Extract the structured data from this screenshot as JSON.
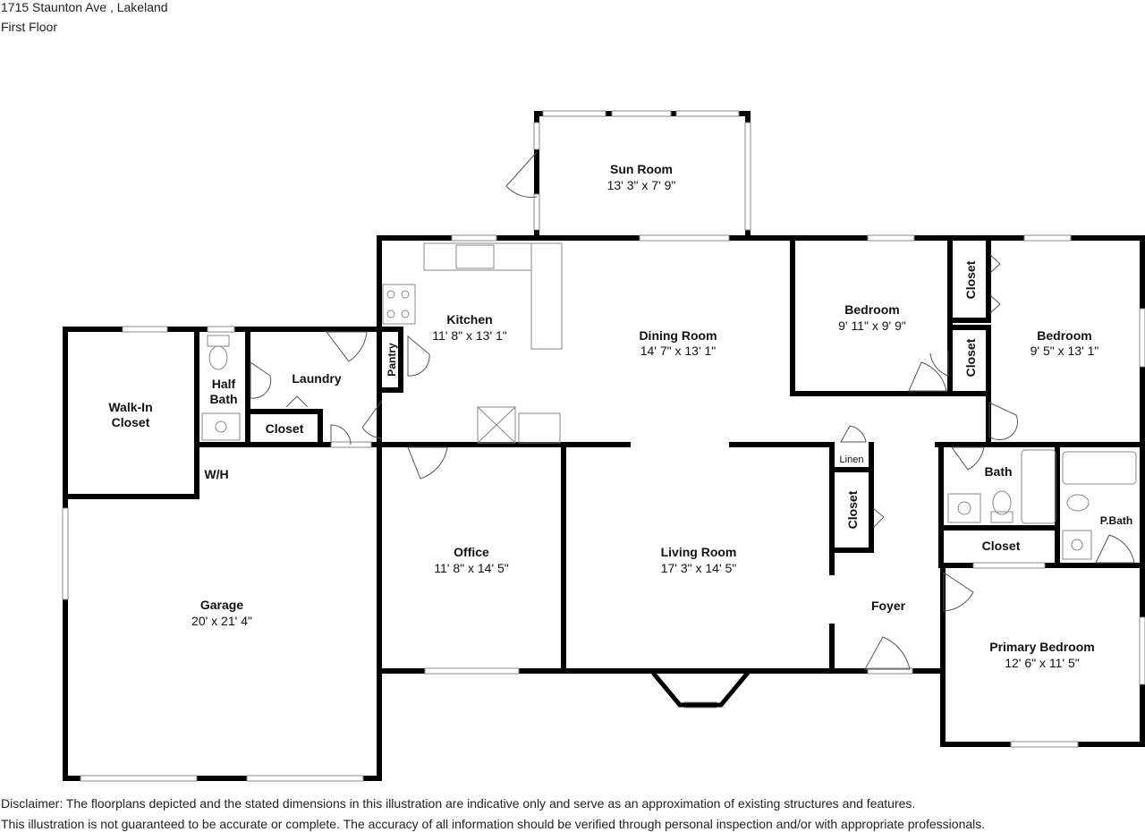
{
  "header": {
    "address": "1715 Staunton Ave , Lakeland",
    "floor": "First Floor"
  },
  "rooms": {
    "sun_room": {
      "name": "Sun Room",
      "dim": "13' 3\" x 7' 9\""
    },
    "kitchen": {
      "name": "Kitchen",
      "dim": "11' 8\" x 13' 1\""
    },
    "dining_room": {
      "name": "Dining Room",
      "dim": "14' 7\" x 13' 1\""
    },
    "bedroom_1": {
      "name": "Bedroom",
      "dim": "9' 11\" x 9' 9\""
    },
    "bedroom_2": {
      "name": "Bedroom",
      "dim": "9' 5\" x 13' 1\""
    },
    "walk_in_closet": {
      "name_line1": "Walk-In",
      "name_line2": "Closet"
    },
    "half_bath": {
      "name_line1": "Half",
      "name_line2": "Bath"
    },
    "laundry": {
      "name": "Laundry"
    },
    "laundry_closet": {
      "name": "Closet"
    },
    "pantry": {
      "name": "Pantry"
    },
    "wh": {
      "name": "W/H"
    },
    "garage": {
      "name": "Garage",
      "dim": "20' x 21' 4\""
    },
    "office": {
      "name": "Office",
      "dim": "11' 8\" x 14' 5\""
    },
    "living_room": {
      "name": "Living Room",
      "dim": "17' 3\" x 14' 5\""
    },
    "linen": {
      "name": "Linen"
    },
    "hall_closet": {
      "name": "Closet"
    },
    "foyer": {
      "name": "Foyer"
    },
    "bath": {
      "name": "Bath"
    },
    "p_bath": {
      "name": "P.Bath"
    },
    "bath_closet": {
      "name": "Closet"
    },
    "bedroom_closet_upper": {
      "name": "Closet"
    },
    "bedroom_closet_lower": {
      "name": "Closet"
    },
    "primary_bedroom": {
      "name": "Primary Bedroom",
      "dim": "12' 6\" x 11' 5\""
    }
  },
  "disclaimer": {
    "line1": "Disclaimer: The floorplans depicted and the stated dimensions in this illustration are indicative only and serve as an approximation of existing structures and features.",
    "line2": "This illustration is not guaranteed to be accurate or complete. The accuracy of all information should be verified through personal inspection and/or with appropriate professionals."
  },
  "colors": {
    "wall": "#000000",
    "window": "#ffffff",
    "fixture": "#888888",
    "background": "#ffffff"
  }
}
